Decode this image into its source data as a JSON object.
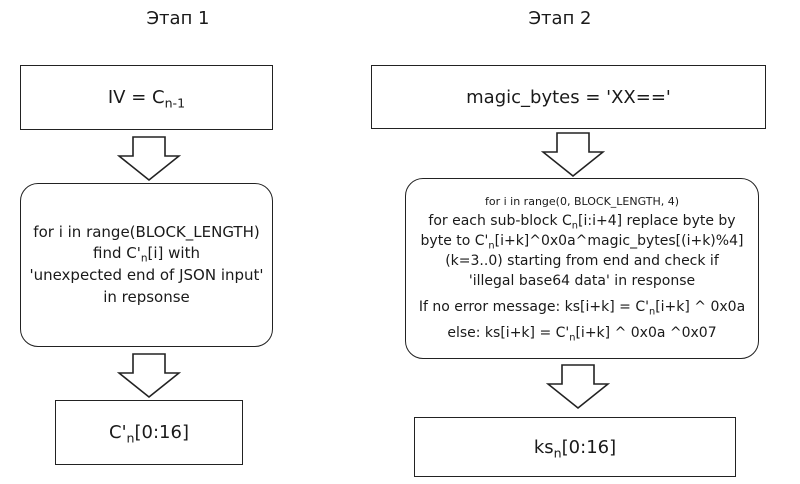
{
  "stage1": {
    "title": "Этап 1",
    "box1": {
      "text": "IV = C",
      "sub": "n-1"
    },
    "box2": {
      "line1": "for i in range(BLOCK_LENGTH)",
      "line2_prefix": "find C'",
      "line2_sub": "n",
      "line2_suffix": "[i] with",
      "line3": "'unexpected end of JSON input'",
      "line4": "in repsonse"
    },
    "box3": {
      "prefix": "C'",
      "sub": "n",
      "suffix": "[0:16]"
    }
  },
  "stage2": {
    "title": "Этап 2",
    "box1": {
      "text": "magic_bytes = 'XX=='"
    },
    "box2": {
      "header": "for i in range(0, BLOCK_LENGTH, 4)",
      "l1_prefix": "for each sub-block C",
      "l1_sub": "n",
      "l1_suffix": "[i:i+4] replace byte by",
      "l2_prefix": "byte to C'",
      "l2_sub": "n",
      "l2_suffix": "[i+k]^0x0a^magic_bytes[(i+k)%4]",
      "l3": "(k=3..0) starting from end and check if",
      "l4": "'illegal base64 data' in response",
      "l5_prefix": "If no error message: ks[i+k] = C'",
      "l5_sub": "n",
      "l5_suffix": "[i+k] ^ 0x0a",
      "l6_prefix": "else: ks[i+k] = C'",
      "l6_sub": "n",
      "l6_suffix": "[i+k] ^ 0x0a ^0x07"
    },
    "box3": {
      "prefix": "ks",
      "sub": "n",
      "suffix": "[0:16]"
    }
  }
}
